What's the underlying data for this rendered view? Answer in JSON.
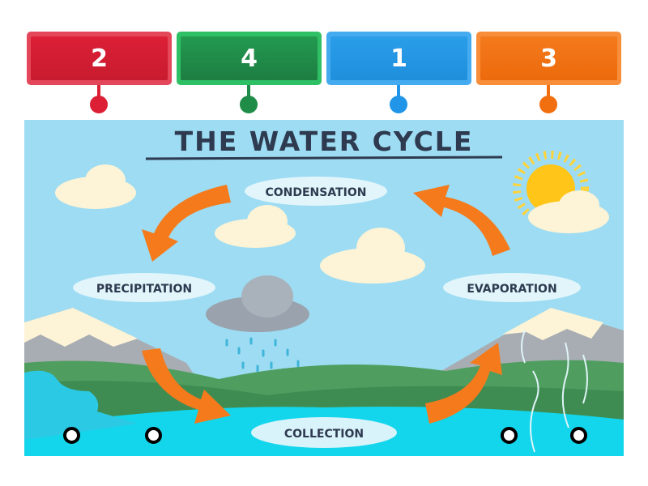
{
  "tiles": [
    {
      "label": "2",
      "color": "#dc1f35",
      "light": "#e4475a"
    },
    {
      "label": "4",
      "color": "#1f8c48",
      "light": "#2fc065"
    },
    {
      "label": "1",
      "color": "#2196e8",
      "light": "#45abf0"
    },
    {
      "label": "3",
      "color": "#f26f10",
      "light": "#f88e3a"
    }
  ],
  "diagram": {
    "title": "THE WATER CYCLE",
    "labels": {
      "condensation": "CONDENSATION",
      "precipitation": "PRECIPITATION",
      "evaporation": "EVAPORATION",
      "collection": "COLLECTION"
    }
  },
  "drop_targets": 4
}
